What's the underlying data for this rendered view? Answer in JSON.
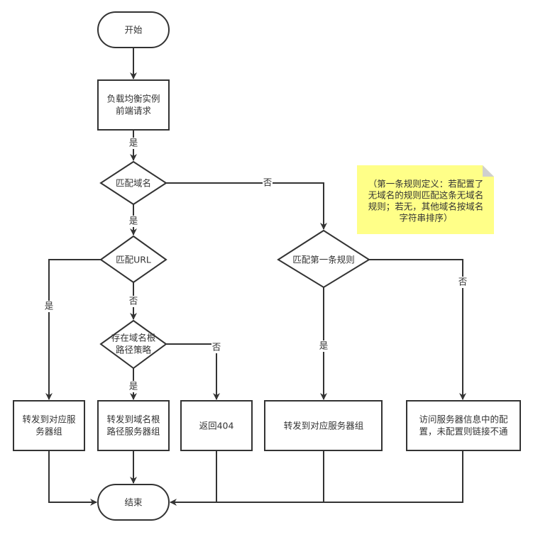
{
  "nodes": {
    "start": "开始",
    "request": [
      "负载均衡实例",
      "前端请求"
    ],
    "match_domain": "匹配域名",
    "match_url": "匹配URL",
    "root_policy": [
      "存在域名根",
      "路径策略"
    ],
    "match_first_rule": "匹配第一条规则",
    "forward_a": [
      "转发到对应服",
      "务器组"
    ],
    "forward_root": [
      "转发到域名根",
      "路径服务器组"
    ],
    "return_404": "返回404",
    "forward_d": "转发到对应服务器组",
    "access_config": [
      "访问服务器信息中的配",
      "置，未配置则链接不通"
    ],
    "end": "结束"
  },
  "edge_labels": {
    "request_to_domain": "是",
    "domain_no": "否",
    "domain_yes": "是",
    "url_yes": "是",
    "url_no": "否",
    "root_yes": "是",
    "root_no": "否",
    "rule_yes": "是",
    "rule_no": "否"
  },
  "note": [
    "（第一条规则定义：若配置了",
    "无域名的规则匹配这条无域名",
    "规则；若无，其他域名按域名",
    "字符串排序）"
  ],
  "colors": {
    "note": "#ffff88",
    "stroke": "#333333"
  }
}
